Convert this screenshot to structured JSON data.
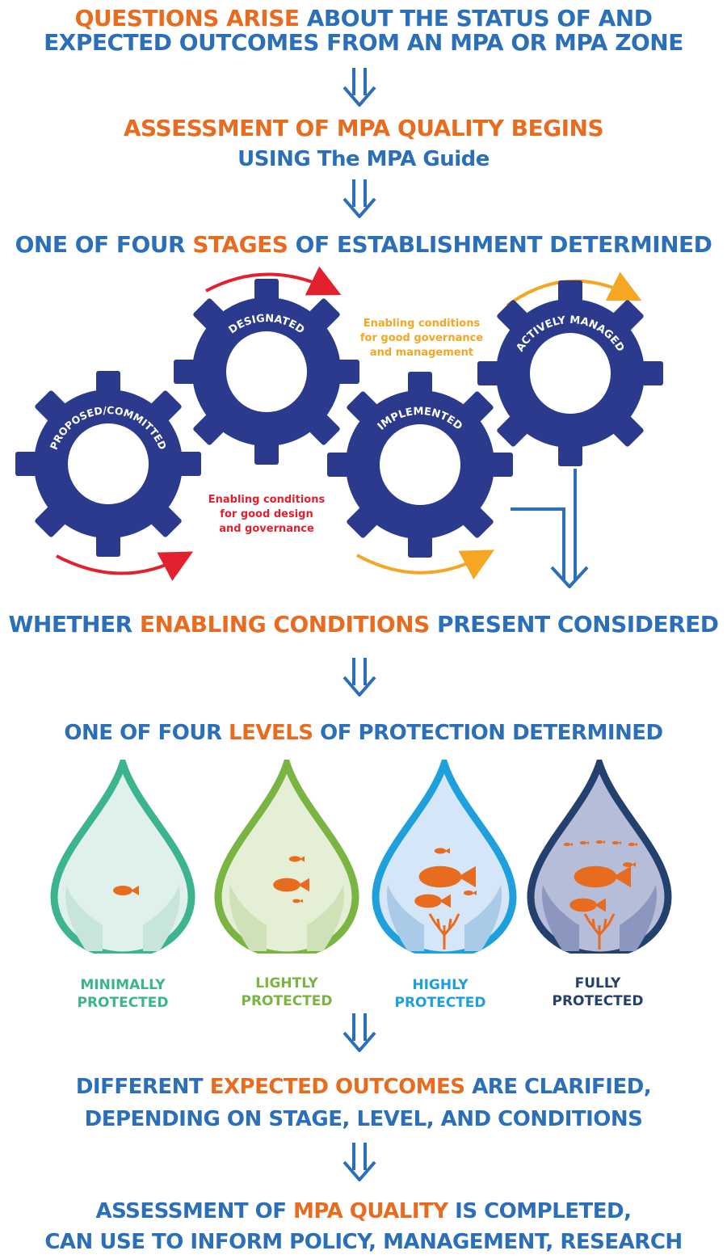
{
  "step1": {
    "line1_orange": "QUESTIONS ARISE",
    "line1_blue": " ABOUT THE STATUS OF AND",
    "line2_blue": "EXPECTED OUTCOMES FROM AN MPA OR MPA ZONE"
  },
  "step2": {
    "line1_orange": "ASSESSMENT OF MPA QUALITY BEGINS",
    "line2_blue": "USING The MPA Guide"
  },
  "step3": {
    "blue_a": "ONE OF FOUR ",
    "orange": "STAGES",
    "blue_b": " OF ESTABLISHMENT DETERMINED"
  },
  "gears": {
    "proposed": "PROPOSED/COMMITTED",
    "designated": "DESIGNATED",
    "implemented": "IMPLEMENTED",
    "actively_managed": "ACTIVELY MANAGED"
  },
  "notes": {
    "design_line1": "Enabling conditions",
    "design_line2": "for good design",
    "design_line3": "and governance",
    "mgmt_line1": "Enabling conditions",
    "mgmt_line2": "for good governance",
    "mgmt_line3": "and management"
  },
  "step4": {
    "blue_a": "WHETHER ",
    "orange": "ENABLING CONDITIONS",
    "blue_b": " PRESENT CONSIDERED"
  },
  "step5": {
    "blue_a": "ONE OF FOUR ",
    "orange": "LEVELS",
    "blue_b": " OF PROTECTION DETERMINED"
  },
  "levels": [
    {
      "line1": "MINIMALLY",
      "line2": "PROTECTED",
      "color": "#3bb48f"
    },
    {
      "line1": "LIGHTLY",
      "line2": "PROTECTED",
      "color": "#7ab442"
    },
    {
      "line1": "HIGHLY",
      "line2": "PROTECTED",
      "color": "#1ea0dc"
    },
    {
      "line1": "FULLY",
      "line2": "PROTECTED",
      "color": "#24406e"
    }
  ],
  "step6": {
    "blue_a": "DIFFERENT ",
    "orange": "EXPECTED OUTCOMES",
    "blue_b": " ARE CLARIFIED,",
    "line2_blue": "DEPENDING ON STAGE, LEVEL, AND CONDITIONS"
  },
  "step7": {
    "blue_a": "ASSESSMENT OF ",
    "orange": "MPA QUALITY",
    "blue_b": " IS COMPLETED,",
    "line2_blue": "CAN USE TO INFORM POLICY, MANAGEMENT, RESEARCH"
  },
  "colors": {
    "blue": "#2a6fb8",
    "orange": "#e86c1f",
    "gear": "#2b3a8c",
    "red": "#e2202e",
    "amber": "#f5a623"
  }
}
